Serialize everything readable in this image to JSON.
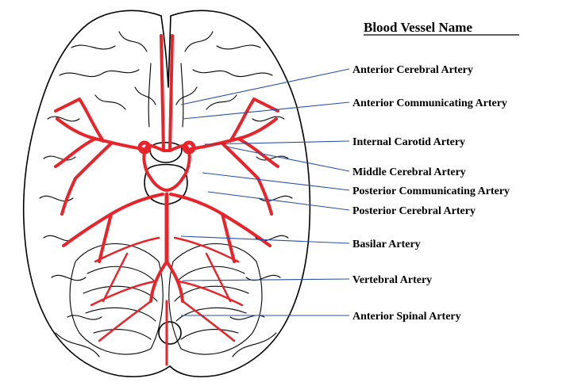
{
  "title": "Blood Vessel Name",
  "colors": {
    "vessel": "#e8242a",
    "leader": "#2a4fa8",
    "outline": "#000000",
    "text": "#000000"
  },
  "labels": [
    {
      "id": "anterior-cerebral",
      "text": "Anterior Cerebral Artery"
    },
    {
      "id": "anterior-communicating",
      "text": "Anterior Communicating Artery"
    },
    {
      "id": "internal-carotid",
      "text": "Internal Carotid Artery"
    },
    {
      "id": "middle-cerebral",
      "text": "Middle Cerebral Artery"
    },
    {
      "id": "posterior-communicating",
      "text": "Posterior Communicating Artery"
    },
    {
      "id": "posterior-cerebral",
      "text": "Posterior Cerebral Artery"
    },
    {
      "id": "basilar",
      "text": "Basilar Artery"
    },
    {
      "id": "vertebral",
      "text": "Vertebral Artery"
    },
    {
      "id": "anterior-spinal",
      "text": "Anterior Spinal Artery"
    }
  ]
}
